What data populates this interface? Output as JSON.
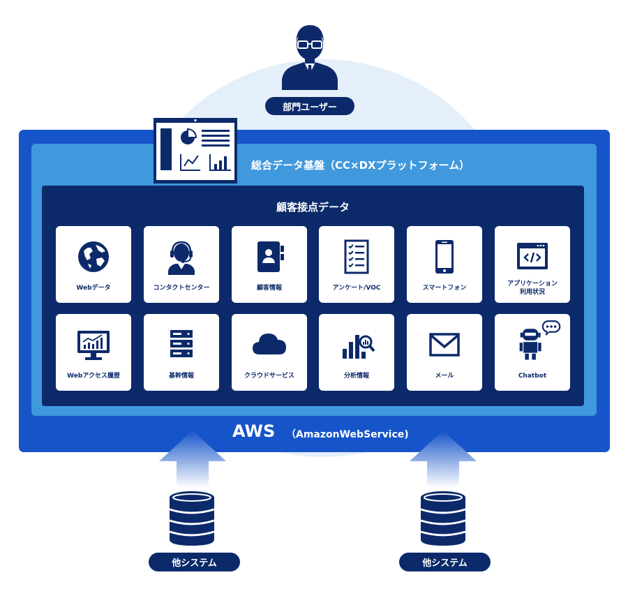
{
  "user": {
    "label": "部門ユーザー",
    "icon": "business-user-icon"
  },
  "platform": {
    "title": "総合データ基盤（CC×DXプラットフォーム）",
    "icon": "dashboard-monitor-icon"
  },
  "contact_data": {
    "title": "顧客接点データ",
    "cards": [
      {
        "label": "Webデータ",
        "icon": "globe-icon"
      },
      {
        "label": "コンタクトセンター",
        "icon": "headset-operator-icon"
      },
      {
        "label": "顧客情報",
        "icon": "contact-book-icon"
      },
      {
        "label": "アンケート/VOC",
        "icon": "checklist-icon"
      },
      {
        "label": "スマートフォン",
        "icon": "smartphone-icon"
      },
      {
        "label": "アプリケーション利用状況",
        "icon": "code-window-icon"
      },
      {
        "label": "Webアクセス履歴",
        "icon": "analytics-monitor-icon"
      },
      {
        "label": "基幹情報",
        "icon": "server-icon"
      },
      {
        "label": "クラウドサービス",
        "icon": "cloud-icon"
      },
      {
        "label": "分析情報",
        "icon": "analysis-chart-icon"
      },
      {
        "label": "メール",
        "icon": "mail-icon"
      },
      {
        "label": "Chatbot",
        "icon": "chatbot-icon"
      }
    ]
  },
  "aws": {
    "title": "AWS",
    "subtitle": "（AmazonWebService)"
  },
  "systems": [
    {
      "label": "他システム",
      "icon": "database-icon"
    },
    {
      "label": "他システム",
      "icon": "database-icon"
    }
  ],
  "colors": {
    "navy": "#0c2a6a",
    "aws_blue": "#1654c9",
    "platform_blue": "#4098dd",
    "background_circle": "#e4eff9"
  }
}
